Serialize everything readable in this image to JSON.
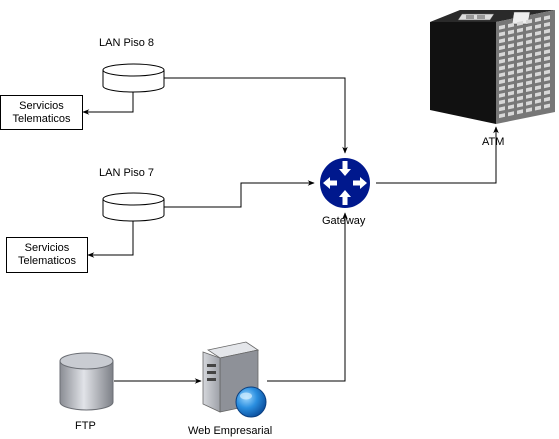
{
  "nodes": {
    "lan8": {
      "label": "LAN Piso 8"
    },
    "lan7": {
      "label": "LAN Piso 7"
    },
    "serv1": {
      "line1": "Servicios",
      "line2": "Telematicos"
    },
    "serv2": {
      "line1": "Servicios",
      "line2": "Telematicos"
    },
    "gateway": {
      "label": "Gateway",
      "color": "#00188D"
    },
    "atm": {
      "label": "ATM"
    },
    "ftp": {
      "label": "FTP"
    },
    "web": {
      "label": "Web Empresarial"
    }
  },
  "edges": [
    {
      "from": "lan8",
      "to": "gateway"
    },
    {
      "from": "lan8",
      "to": "serv1"
    },
    {
      "from": "lan7",
      "to": "gateway"
    },
    {
      "from": "lan7",
      "to": "serv2"
    },
    {
      "from": "gateway",
      "to": "atm"
    },
    {
      "from": "ftp",
      "to": "web"
    },
    {
      "from": "web",
      "to": "gateway"
    }
  ]
}
